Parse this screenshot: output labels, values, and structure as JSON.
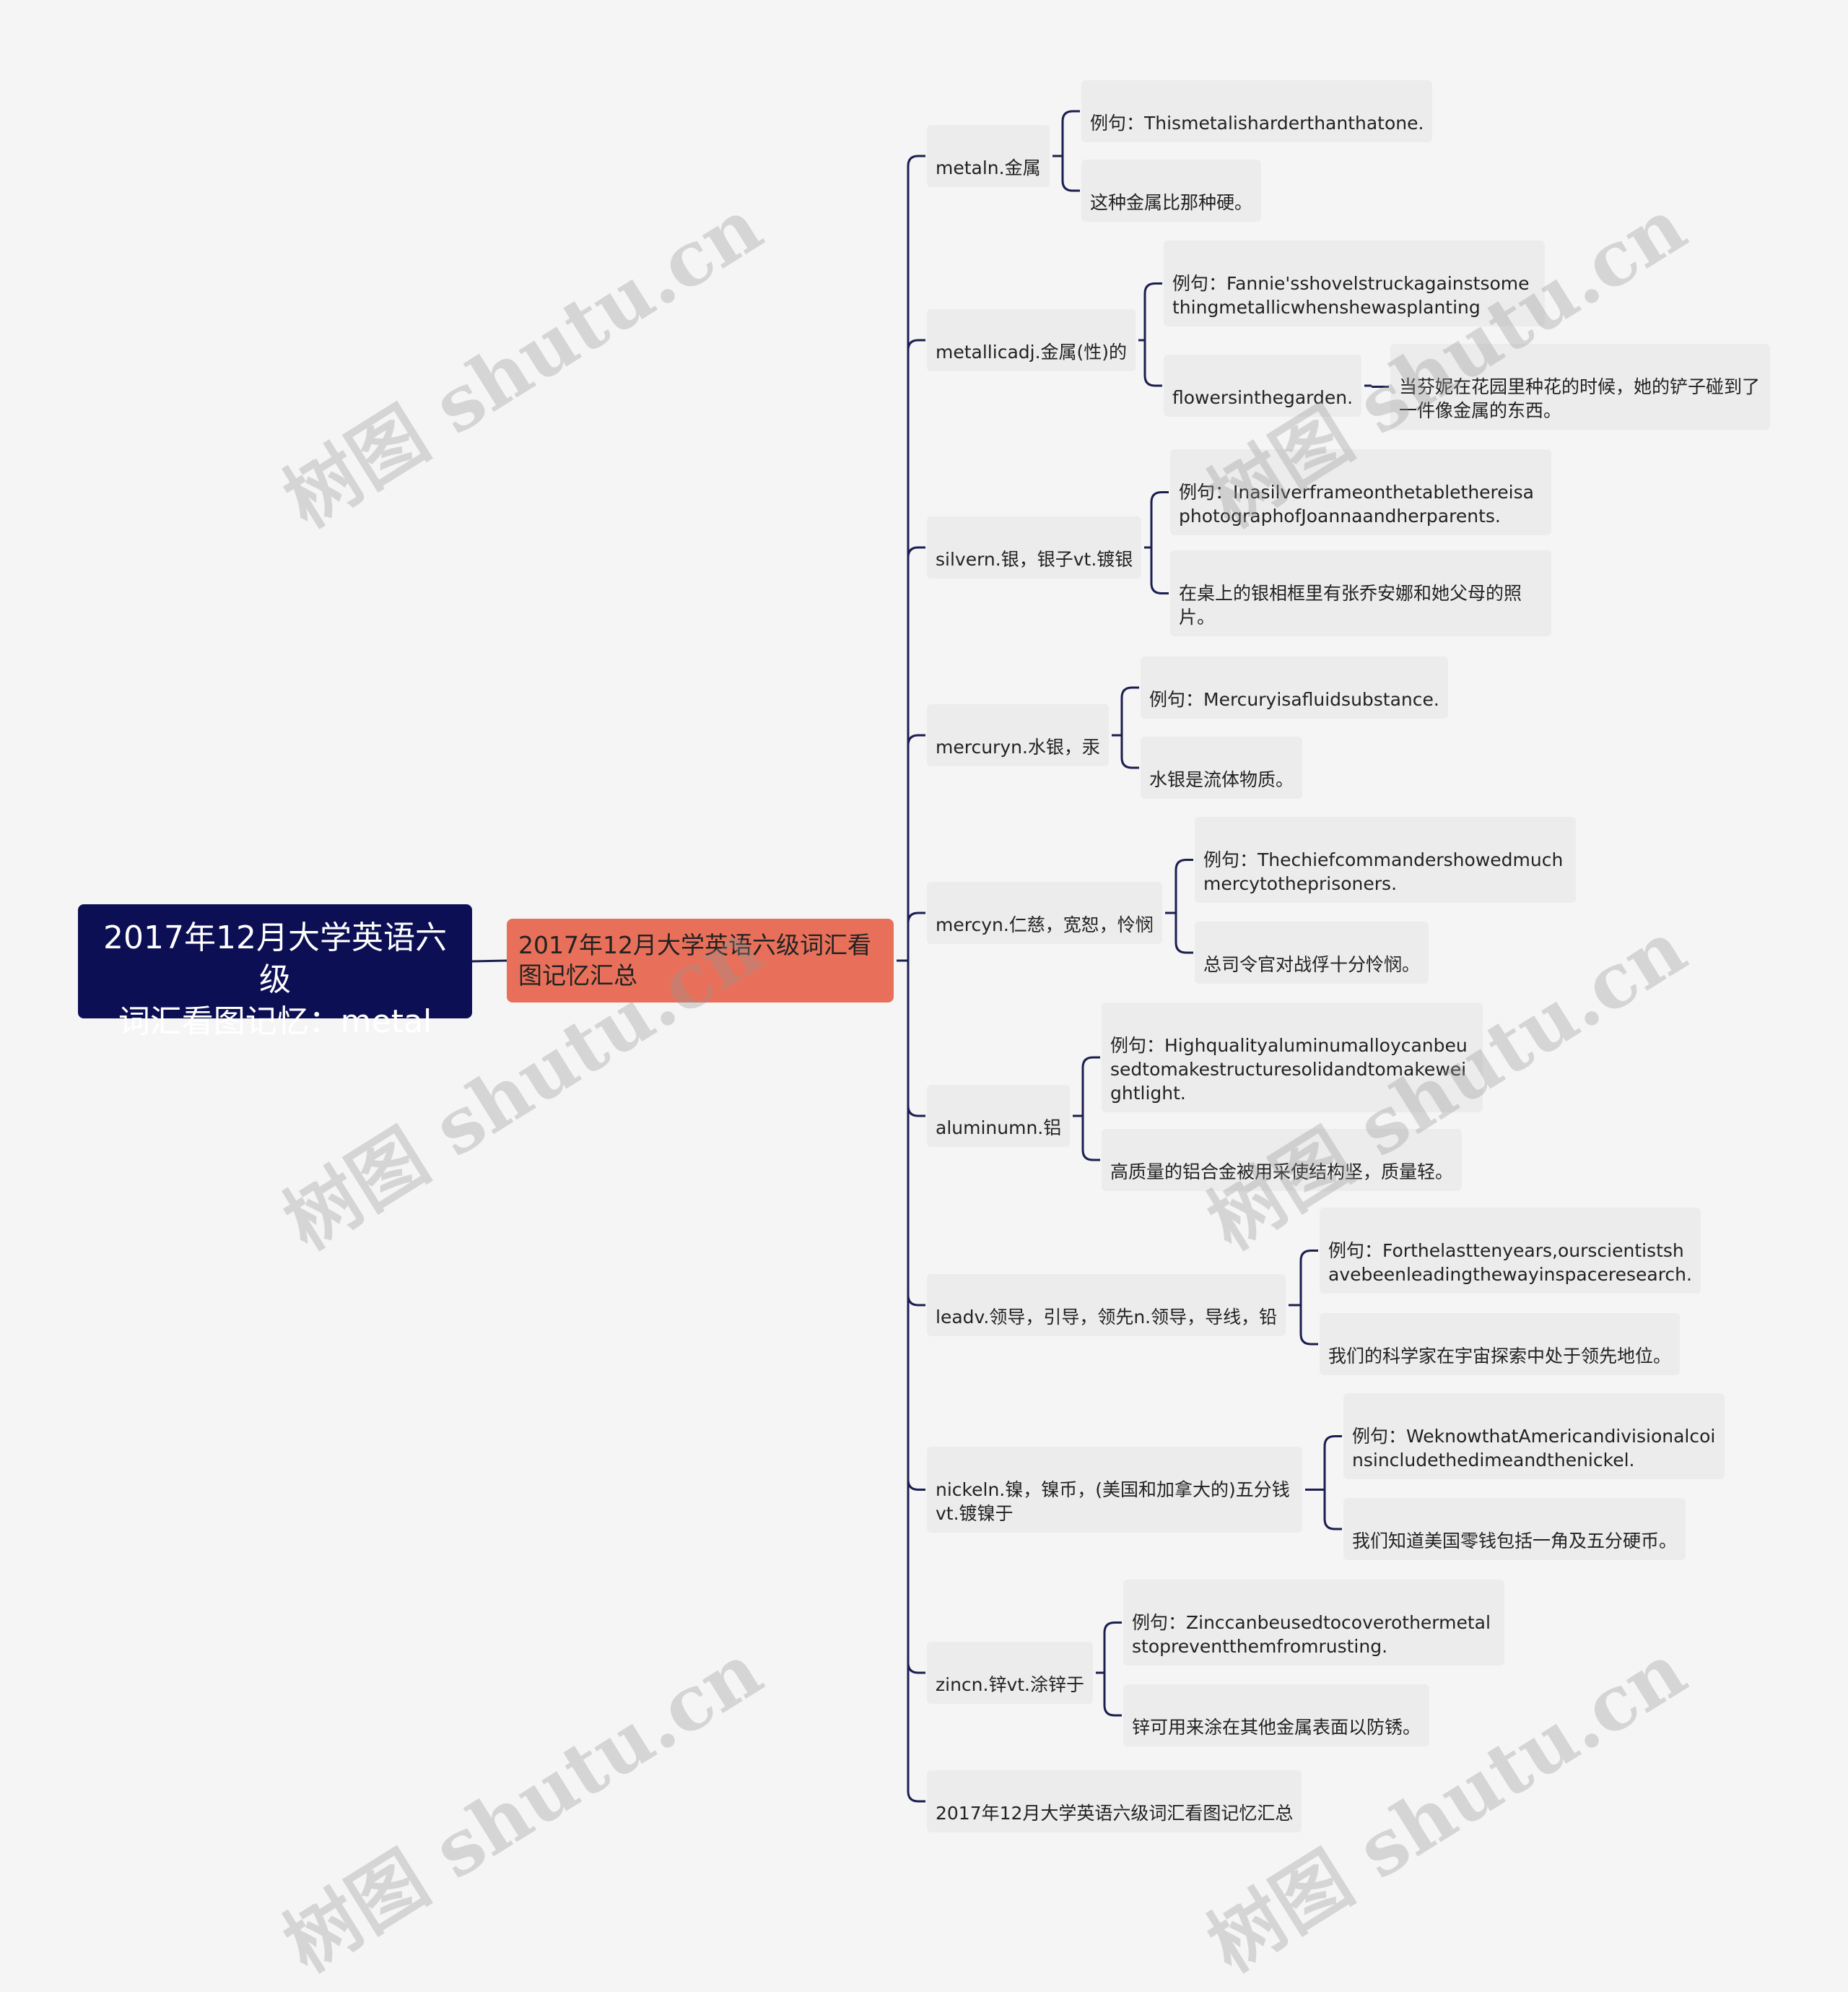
{
  "watermark": "树图 shutu.cn",
  "root": {
    "title": "2017年12月大学英语六级\n词汇看图记忆：metal"
  },
  "subtopic": {
    "title": "2017年12月大学英语六级词汇看图记忆汇总"
  },
  "words": [
    {
      "term": "metaln.金属",
      "children": [
        {
          "text": "例句：Thismetalisharderthanthatone."
        },
        {
          "text": "这种金属比那种硬。"
        }
      ]
    },
    {
      "term": "metallicadj.金属(性)的",
      "children": [
        {
          "text": "例句：Fannie'sshovelstruckagainstsomethingmetallicwhenshewasplanting"
        },
        {
          "text": "flowersinthegarden.",
          "children": [
            {
              "text": "当芬妮在花园里种花的时候，她的铲子碰到了一件像金属的东西。"
            }
          ]
        }
      ]
    },
    {
      "term": "silvern.银，银子vt.镀银",
      "children": [
        {
          "text": "例句：InasilverframeonthetablethereisaphotographofJoannaandherparents."
        },
        {
          "text": "在桌上的银相框里有张乔安娜和她父母的照片。"
        }
      ]
    },
    {
      "term": "mercuryn.水银，汞",
      "children": [
        {
          "text": "例句：Mercuryisafluidsubstance."
        },
        {
          "text": "水银是流体物质。"
        }
      ]
    },
    {
      "term": "mercyn.仁慈，宽恕，怜悯",
      "children": [
        {
          "text": "例句：Thechiefcommandershowedmuch\nmercytotheprisoners."
        },
        {
          "text": "总司令官对战俘十分怜悯。"
        }
      ]
    },
    {
      "term": "aluminumn.铝",
      "children": [
        {
          "text": "例句：Highqualityaluminumalloycanbeusedtomakestructuresolidandtomakeweightlight."
        },
        {
          "text": "高质量的铝合金被用采使结构坚，质量轻。"
        }
      ]
    },
    {
      "term": "leadv.领导，引导，领先n.领导，导线，铅",
      "children": [
        {
          "text": "例句：Forthelasttenyears,ourscientistshavebeenleadingthewayinspaceresearch."
        },
        {
          "text": "我们的科学家在宇宙探索中处于领先地位。"
        }
      ]
    },
    {
      "term": "nickeln.镍，镍币，(美国和加拿大的)五分钱vt.镀镍于",
      "children": [
        {
          "text": "例句：WeknowthatAmericandivisionalcoinsincludethedimeandthenickel."
        },
        {
          "text": "我们知道美国零钱包括一角及五分硬币。"
        }
      ]
    },
    {
      "term": "zincn.锌vt.涂锌于",
      "children": [
        {
          "text": "例句：Zinccanbeusedtocoverothermetalstopreventthemfromrusting."
        },
        {
          "text": "锌可用来涂在其他金属表面以防锈。"
        }
      ]
    },
    {
      "term": "2017年12月大学英语六级词汇看图记忆汇总"
    }
  ]
}
